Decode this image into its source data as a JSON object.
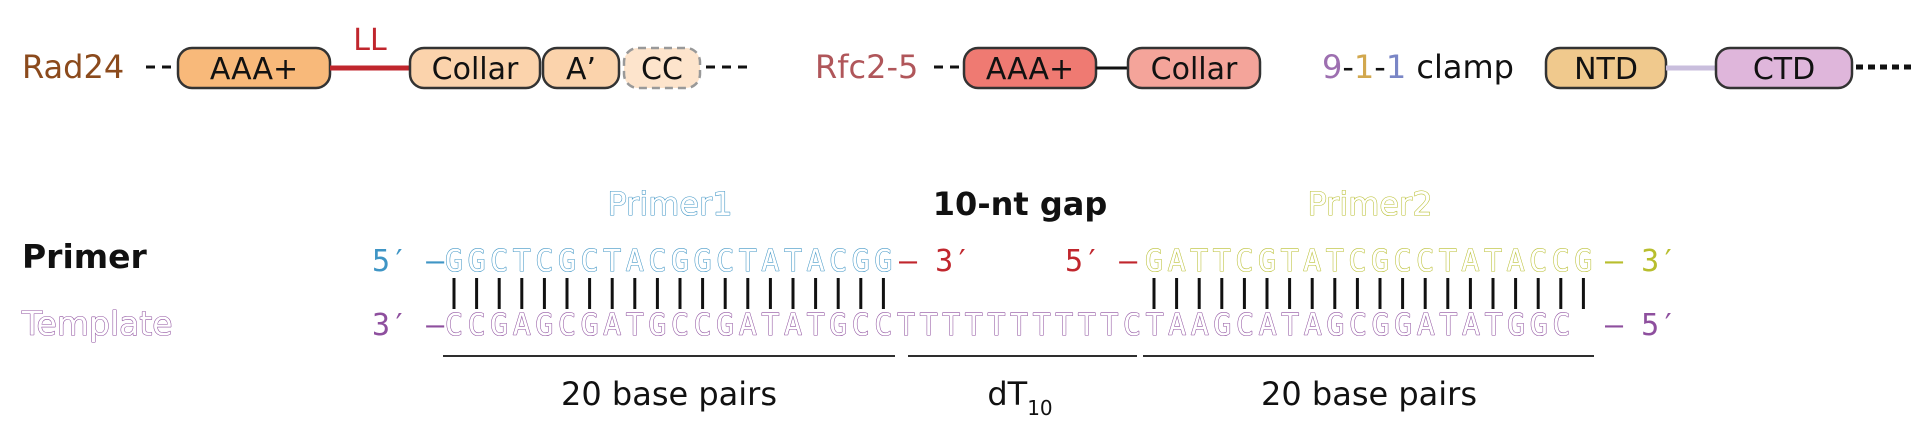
{
  "colors": {
    "rad24_label": "#8b4a1c",
    "rad24_domain": "#f8b97a",
    "rad24_domain_light": "#fbd3ac",
    "rad24_domain_lighter": "#fde4cc",
    "linker": "#c0262d",
    "rfc_label": "#b0565a",
    "rfc_domain": "#ef7a72",
    "rfc_domain_light": "#f4a49a",
    "clamp_nine": "#9d6fb0",
    "clamp_one_a": "#d2a84e",
    "clamp_one_b": "#7a86c6",
    "clamp_text": "#111111",
    "ntd": "#f0c98d",
    "ctd": "#dfb6db",
    "clamp_linker": "#c9bedd",
    "primer1": "#3f95c5",
    "primer2": "#b8be2e",
    "template": "#8e4f9e",
    "red_end": "#c0262d",
    "bar": "#111111"
  },
  "domains": {
    "rad24": {
      "label": "Rad24",
      "aaa": "AAA+",
      "linker_label": "LL",
      "collar": "Collar",
      "aprime": "A’",
      "cc": "CC"
    },
    "rfc": {
      "label": "Rfc2-5",
      "aaa": "AAA+",
      "collar": "Collar"
    },
    "clamp": {
      "nine": "9",
      "dash1": "-",
      "one_a": "1",
      "dash2": "-",
      "one_b": "1",
      "suffix": " clamp",
      "ntd": "NTD",
      "ctd": "CTD"
    }
  },
  "dna": {
    "primer1_title": "Primer1",
    "gap_title": "10-nt gap",
    "primer2_title": "Primer2",
    "primer_row_label": "Primer",
    "template_row_label": "Template",
    "primer1_prefix": "5′ –",
    "primer1_seq": "GGCTCGCTACGGCTATACGG",
    "primer1_end": "– 3′",
    "primer2_start": "5′ –",
    "primer2_seq": "GATTCGTATCGCCTATACCG",
    "primer2_suffix": "– 3′",
    "template_prefix": "3′ –",
    "template_seq": "CCGAGCGATGCCGATATGCCTTTTTTTTTTCTAAGCATAGCGGATATGGC",
    "template_suffix": "– 5′",
    "bp_label_left": "20 base pairs",
    "gap_label": "dT",
    "gap_subscript": "10",
    "bp_label_right": "20 base pairs"
  }
}
